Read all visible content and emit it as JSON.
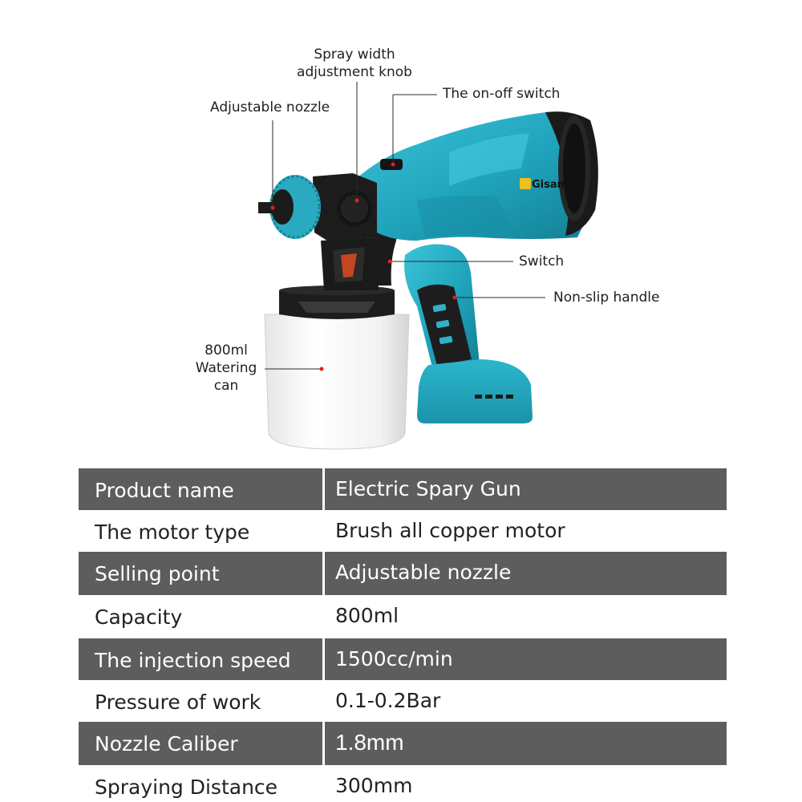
{
  "product": {
    "brand_logo_text": "Gisam",
    "accent_color": "#2fb1c7",
    "marker_color": "#e0201b"
  },
  "callouts": {
    "spray_width_line1": "Spray width",
    "spray_width_line2": "adjustment knob",
    "on_off_switch": "The on-off switch",
    "adjustable_nozzle": "Adjustable nozzle",
    "switch": "Switch",
    "non_slip_handle": "Non-slip handle",
    "watering_can_line1": "800ml",
    "watering_can_line2": "Watering",
    "watering_can_line3": "can"
  },
  "specs": [
    {
      "name": "Product name",
      "value": "Electric Spary Gun"
    },
    {
      "name": "The motor type",
      "value": "Brush all copper motor"
    },
    {
      "name": "Selling point",
      "value": "Adjustable nozzle"
    },
    {
      "name": "Capacity",
      "value": "800ml"
    },
    {
      "name": "The injection speed",
      "value": "1500cc/min"
    },
    {
      "name": "Pressure of work",
      "value": "0.1-0.2Bar"
    },
    {
      "name": "Nozzle Caliber",
      "value": "1.8mm"
    },
    {
      "name": "Spraying Distance",
      "value": "300mm"
    }
  ]
}
